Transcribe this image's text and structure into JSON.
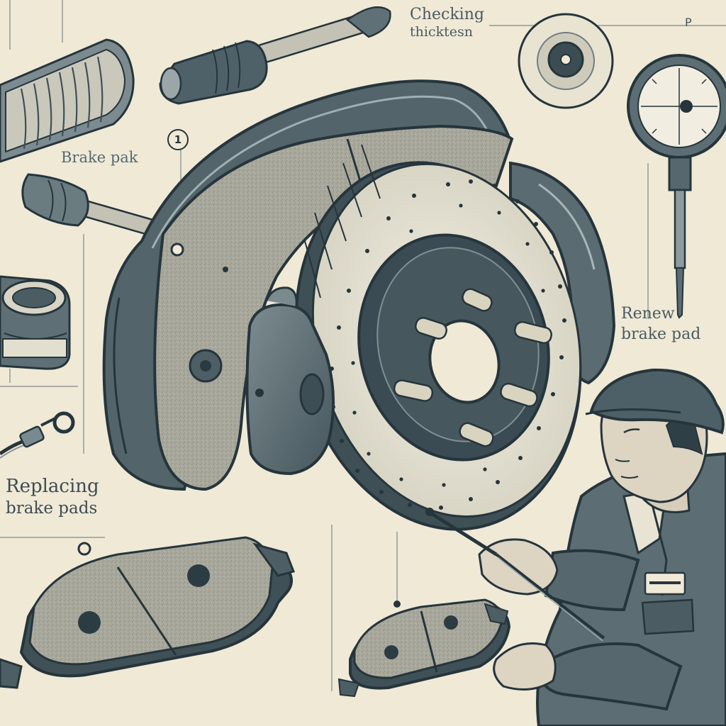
{
  "labels": {
    "brake_pak": "Brake pak",
    "checking_line1": "Checking",
    "checking_line2": "thicktesn",
    "replacing_line1": "Replacing",
    "replacing_line2": "brake pads",
    "renew_line1": "Renew",
    "renew_line2": "brake pad"
  },
  "callout": "1",
  "gauge_mark": "P",
  "colors": {
    "paper": "#efe9d6",
    "ink": "#26353c",
    "steel": "#56686f",
    "pad_friction": "#a6a599",
    "rotor_face": "#e6e2d3",
    "hub": "#3a4b53"
  }
}
